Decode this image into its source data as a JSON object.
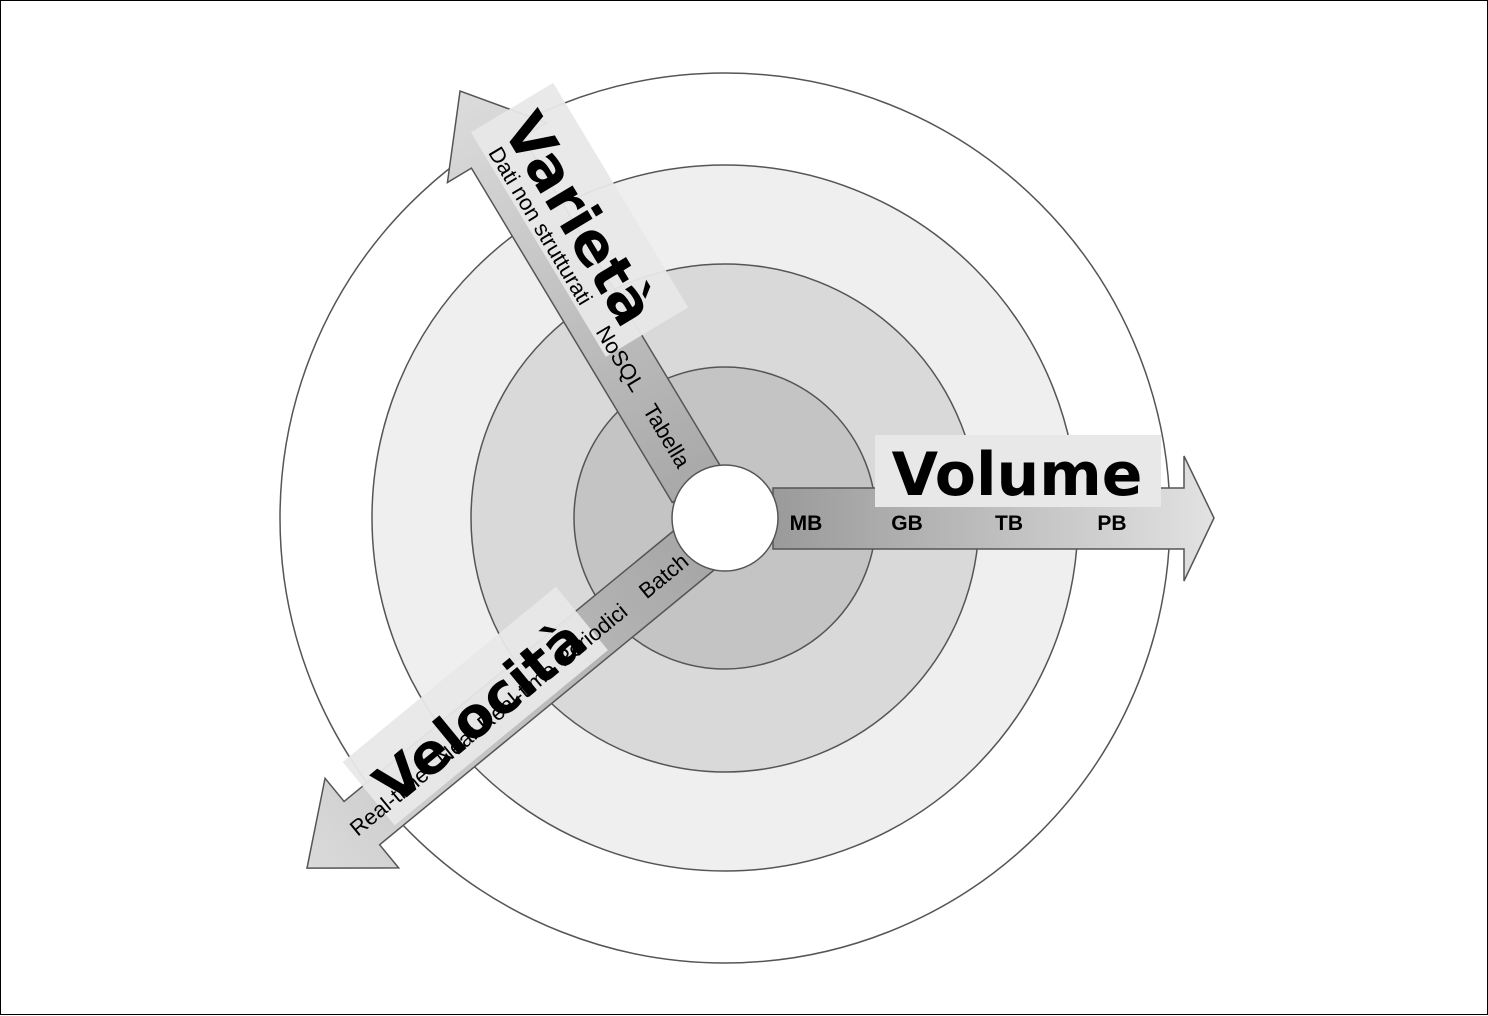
{
  "axes": {
    "volume": {
      "title": "Volume",
      "labels": [
        "MB",
        "GB",
        "TB",
        "PB"
      ]
    },
    "varieta": {
      "title": "Varietà",
      "labels": [
        "Dati non strutturati",
        "NoSQL",
        "Tabella"
      ]
    },
    "velocita": {
      "title": "Velocità",
      "labels": [
        "Real-time",
        "Near Real-time",
        "Periodici",
        "Batch"
      ]
    }
  },
  "colors": {
    "ring_outer": "#ffffff",
    "ring_2": "#efefef",
    "ring_3": "#d9d9d9",
    "ring_4": "#c4c4c4",
    "ring_inner": "#acacac",
    "arrow_fill": "#cfcfcf",
    "label_box": "#e8e8e8",
    "stroke": "#555555"
  }
}
